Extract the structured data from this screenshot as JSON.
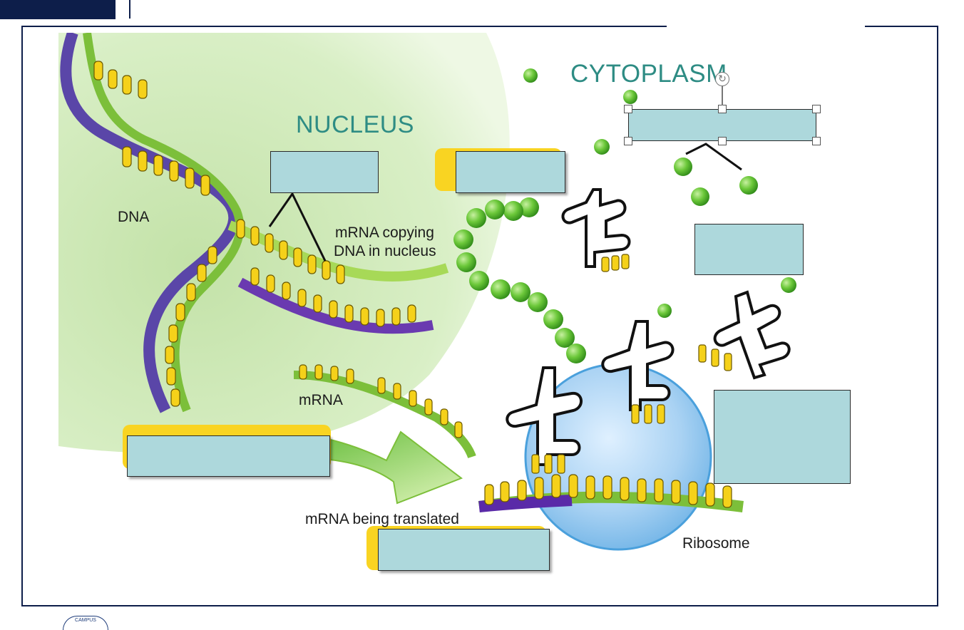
{
  "labels": {
    "cytoplasm": "CYTOPLASM",
    "nucleus": "NUCLEUS",
    "dna": "DNA",
    "mrna_copying_line1": "mRNA copying",
    "mrna_copying_line2": "DNA in nucleus",
    "mrna": "mRNA",
    "mrna_translated": "mRNA being translated",
    "ribosome": "Ribosome"
  },
  "answer_boxes": {
    "cytoplasm_box": "",
    "dna_box": "",
    "protein_box": "",
    "trna_box": "",
    "transcription_box": "",
    "ribosome_box": "",
    "translation_box": ""
  },
  "logo_text": "CAMPUS",
  "colors": {
    "frame": "#0d1e4a",
    "answer_box_fill": "#add8dc",
    "header_text": "#2e8c84",
    "highlight_yellow": "#f9d422",
    "nucleus": "#cfe8b8",
    "amino_acid": "#5cbf2e",
    "ribosome": "#9cc9ee"
  },
  "icons": {
    "rotate_handle": "rotate-icon"
  }
}
